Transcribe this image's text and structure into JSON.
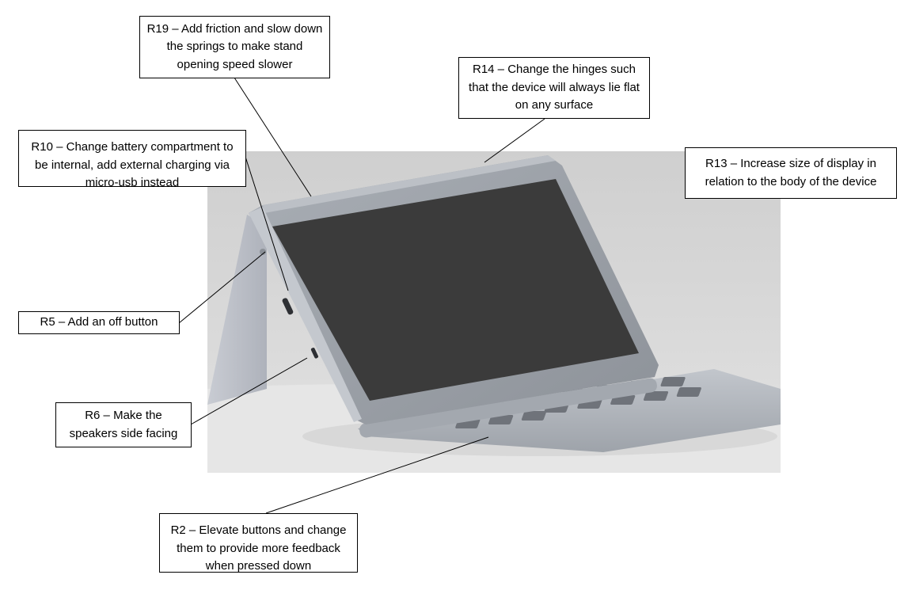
{
  "callouts": {
    "r19": "R19 – Add friction and slow down the springs to make stand opening speed slower",
    "r14": "R14 – Change the hinges such that the device will always lie flat on any surface",
    "r10": "R10 – Change battery compartment to be internal, add external charging via micro-usb instead",
    "r13": "R13 – Increase size of display in relation to the body of the device",
    "r5": "R5 – Add an off button",
    "r6": "R6 – Make the speakers side facing",
    "r2": "R2 – Elevate buttons and change them to provide more feedback when pressed down"
  },
  "colors": {
    "screen": "#3b3b3b",
    "bezel": "#9aa0a6",
    "background_wall": "#d8d8d8",
    "floor": "#e9e9e9"
  }
}
